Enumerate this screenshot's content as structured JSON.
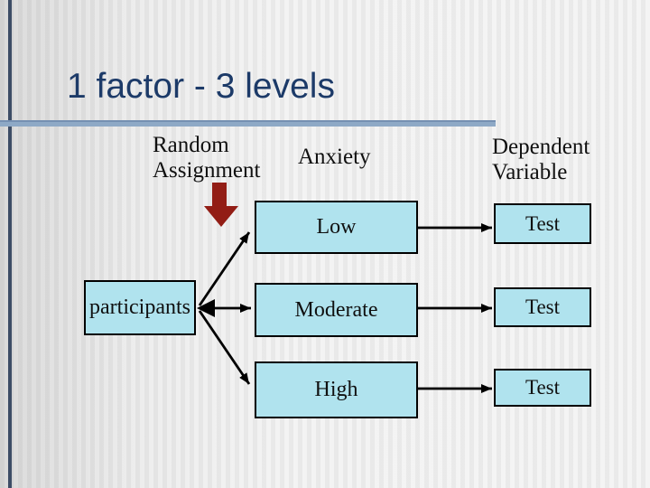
{
  "title": "1 factor - 3 levels",
  "labels": {
    "random_assignment": [
      "Random",
      "Assignment"
    ],
    "anxiety": "Anxiety",
    "dependent_variable": [
      "Dependent",
      "Variable"
    ],
    "participants": "participants"
  },
  "levels": [
    {
      "label": "Low"
    },
    {
      "label": "Moderate"
    },
    {
      "label": "High"
    }
  ],
  "tests": [
    {
      "label": "Test"
    },
    {
      "label": "Test"
    },
    {
      "label": "Test"
    }
  ],
  "icons": {
    "red_down_arrow": "down-arrow from Assignment to Low box",
    "fanout_arrows": "arrows linking participants to Low, Moderate, High",
    "level_to_test_arrows": "arrows linking each level box to a Test box"
  },
  "colors": {
    "title_text": "#1c3a68",
    "title_rule": "#8ea9c6",
    "box_fill": "#b0e3ee",
    "box_border": "#000000",
    "red_arrow": "#921d15",
    "connector": "#000000",
    "body_text": "#101010"
  }
}
